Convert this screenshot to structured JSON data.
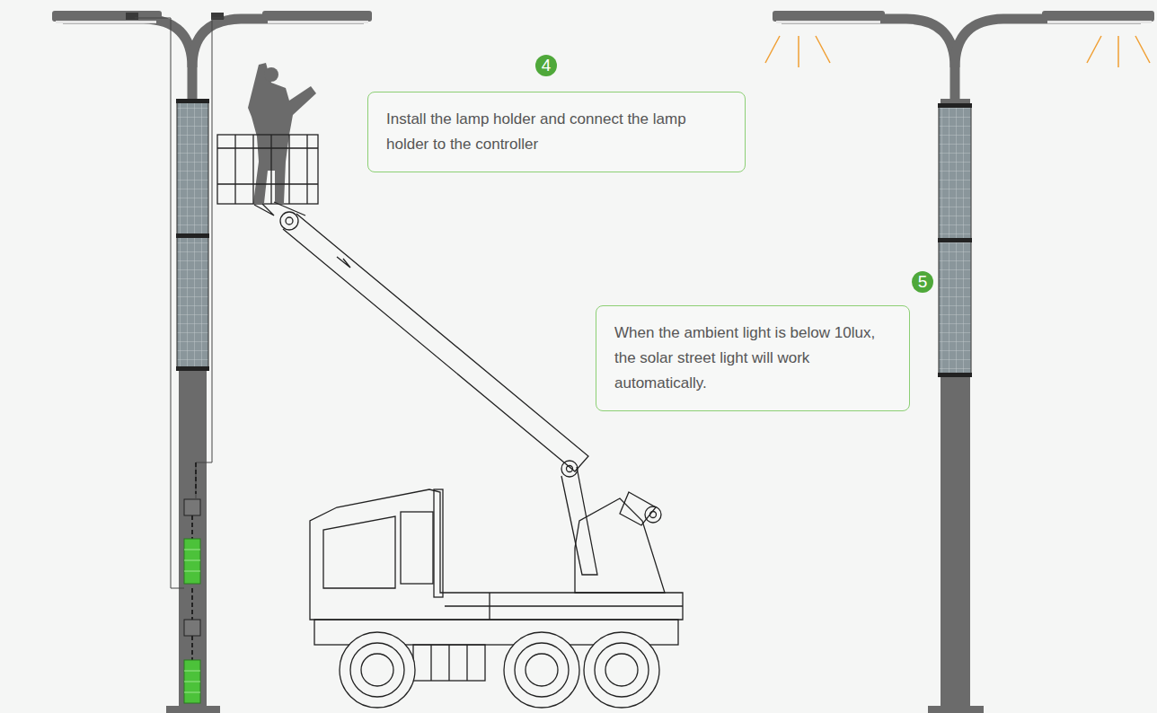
{
  "diagram": {
    "nodes": [
      {
        "text": [
          "4"
        ]
      },
      {
        "text": [
          "Install the lamp holder and connect the lamp holder to the controller"
        ]
      },
      {
        "text": [
          "5"
        ]
      },
      {
        "text": [
          "When the ambient light is below 10lux, the solar street light will work automatically."
        ]
      }
    ]
  }
}
